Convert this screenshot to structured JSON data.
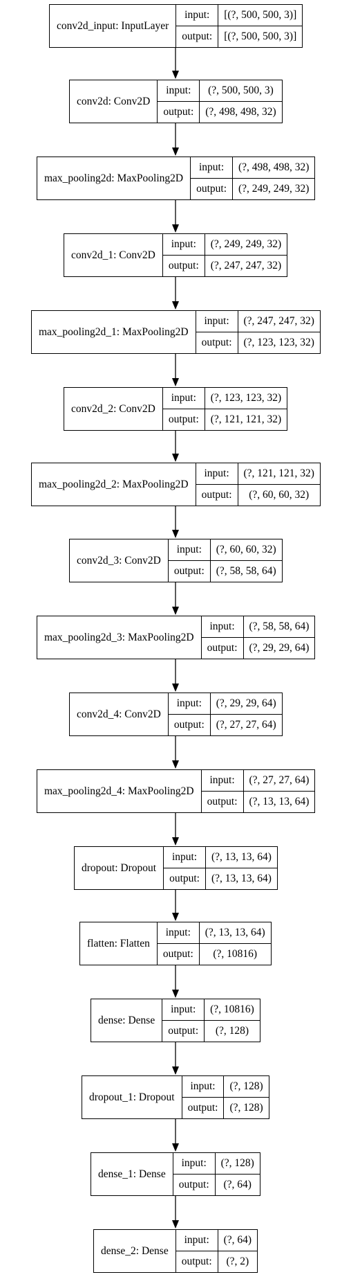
{
  "ports": {
    "input": "input:",
    "output": "output:"
  },
  "layers": [
    {
      "name": "conv2d_input: InputLayer",
      "input": "[(?, 500, 500, 3)]",
      "output": "[(?, 500, 500, 3)]"
    },
    {
      "name": "conv2d: Conv2D",
      "input": "(?, 500, 500, 3)",
      "output": "(?, 498, 498, 32)"
    },
    {
      "name": "max_pooling2d: MaxPooling2D",
      "input": "(?, 498, 498, 32)",
      "output": "(?, 249, 249, 32)"
    },
    {
      "name": "conv2d_1: Conv2D",
      "input": "(?, 249, 249, 32)",
      "output": "(?, 247, 247, 32)"
    },
    {
      "name": "max_pooling2d_1: MaxPooling2D",
      "input": "(?, 247, 247, 32)",
      "output": "(?, 123, 123, 32)"
    },
    {
      "name": "conv2d_2: Conv2D",
      "input": "(?, 123, 123, 32)",
      "output": "(?, 121, 121, 32)"
    },
    {
      "name": "max_pooling2d_2: MaxPooling2D",
      "input": "(?, 121, 121, 32)",
      "output": "(?, 60, 60, 32)"
    },
    {
      "name": "conv2d_3: Conv2D",
      "input": "(?, 60, 60, 32)",
      "output": "(?, 58, 58, 64)"
    },
    {
      "name": "max_pooling2d_3: MaxPooling2D",
      "input": "(?, 58, 58, 64)",
      "output": "(?, 29, 29, 64)"
    },
    {
      "name": "conv2d_4: Conv2D",
      "input": "(?, 29, 29, 64)",
      "output": "(?, 27, 27, 64)"
    },
    {
      "name": "max_pooling2d_4: MaxPooling2D",
      "input": "(?, 27, 27, 64)",
      "output": "(?, 13, 13, 64)"
    },
    {
      "name": "dropout: Dropout",
      "input": "(?, 13, 13, 64)",
      "output": "(?, 13, 13, 64)"
    },
    {
      "name": "flatten: Flatten",
      "input": "(?, 13, 13, 64)",
      "output": "(?, 10816)"
    },
    {
      "name": "dense: Dense",
      "input": "(?, 10816)",
      "output": "(?, 128)"
    },
    {
      "name": "dropout_1: Dropout",
      "input": "(?, 128)",
      "output": "(?, 128)"
    },
    {
      "name": "dense_1: Dense",
      "input": "(?, 128)",
      "output": "(?, 64)"
    },
    {
      "name": "dense_2: Dense",
      "input": "(?, 64)",
      "output": "(?, 2)"
    }
  ]
}
